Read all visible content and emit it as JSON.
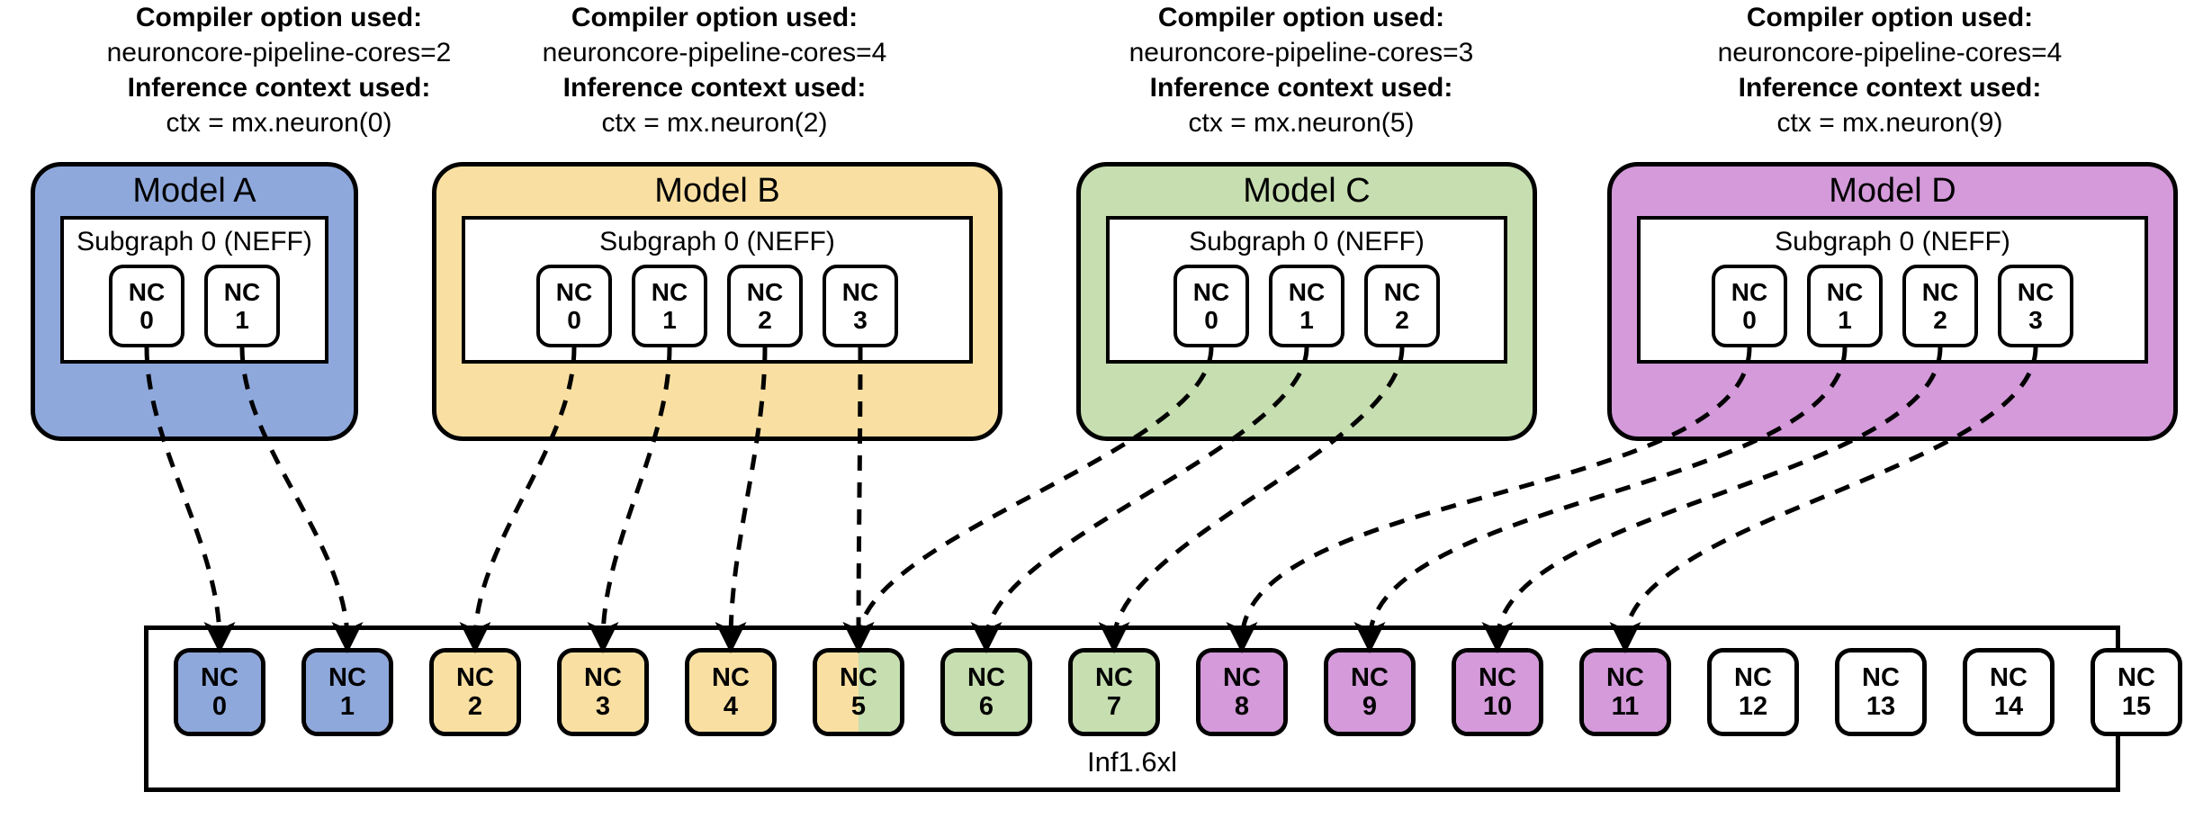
{
  "colors": {
    "model_a": "#8FA8DC",
    "model_b": "#F9E0A2",
    "model_c": "#C6DEB0",
    "model_d": "#D49ADA",
    "unused": "#FFFFFF",
    "stroke": "#000000",
    "background": "#FFFFFF"
  },
  "captions": {
    "compiler_label": "Compiler option used:",
    "context_label": "Inference context used:"
  },
  "models": [
    {
      "id": "model-a",
      "title": "Model A",
      "color_key": "model_a",
      "compiler_label": "Compiler option used:",
      "compiler_option": "neuroncore-pipeline-cores=2",
      "context_label": "Inference context used:",
      "context_value": "ctx = mx.neuron(0)",
      "subgraph_title": "Subgraph 0 (NEFF)",
      "cores": [
        {
          "label": "NC",
          "num": "0"
        },
        {
          "label": "NC",
          "num": "1"
        }
      ]
    },
    {
      "id": "model-b",
      "title": "Model B",
      "color_key": "model_b",
      "compiler_label": "Compiler option used:",
      "compiler_option": "neuroncore-pipeline-cores=4",
      "context_label": "Inference context used:",
      "context_value": "ctx = mx.neuron(2)",
      "subgraph_title": "Subgraph 0 (NEFF)",
      "cores": [
        {
          "label": "NC",
          "num": "0"
        },
        {
          "label": "NC",
          "num": "1"
        },
        {
          "label": "NC",
          "num": "2"
        },
        {
          "label": "NC",
          "num": "3"
        }
      ]
    },
    {
      "id": "model-c",
      "title": "Model C",
      "color_key": "model_c",
      "compiler_label": "Compiler option used:",
      "compiler_option": "neuroncore-pipeline-cores=3",
      "context_label": "Inference context used:",
      "context_value": "ctx = mx.neuron(5)",
      "subgraph_title": "Subgraph 0 (NEFF)",
      "cores": [
        {
          "label": "NC",
          "num": "0"
        },
        {
          "label": "NC",
          "num": "1"
        },
        {
          "label": "NC",
          "num": "2"
        }
      ]
    },
    {
      "id": "model-d",
      "title": "Model D",
      "color_key": "model_d",
      "compiler_label": "Compiler option used:",
      "compiler_option": "neuroncore-pipeline-cores=4",
      "context_label": "Inference context used:",
      "context_value": "ctx = mx.neuron(9)",
      "subgraph_title": "Subgraph 0 (NEFF)",
      "cores": [
        {
          "label": "NC",
          "num": "0"
        },
        {
          "label": "NC",
          "num": "1"
        },
        {
          "label": "NC",
          "num": "2"
        },
        {
          "label": "NC",
          "num": "3"
        }
      ]
    }
  ],
  "device": {
    "name": "Inf1.6xl",
    "cores": [
      {
        "label": "NC",
        "num": "0",
        "fill": "model_a"
      },
      {
        "label": "NC",
        "num": "1",
        "fill": "model_a"
      },
      {
        "label": "NC",
        "num": "2",
        "fill": "model_b"
      },
      {
        "label": "NC",
        "num": "3",
        "fill": "model_b"
      },
      {
        "label": "NC",
        "num": "4",
        "fill": "model_b"
      },
      {
        "label": "NC",
        "num": "5",
        "fill": "split",
        "fill_left": "model_b",
        "fill_right": "model_c"
      },
      {
        "label": "NC",
        "num": "6",
        "fill": "model_c"
      },
      {
        "label": "NC",
        "num": "7",
        "fill": "model_c"
      },
      {
        "label": "NC",
        "num": "8",
        "fill": "model_d"
      },
      {
        "label": "NC",
        "num": "9",
        "fill": "model_d"
      },
      {
        "label": "NC",
        "num": "10",
        "fill": "model_d"
      },
      {
        "label": "NC",
        "num": "11",
        "fill": "model_d"
      },
      {
        "label": "NC",
        "num": "12",
        "fill": "unused"
      },
      {
        "label": "NC",
        "num": "13",
        "fill": "unused"
      },
      {
        "label": "NC",
        "num": "14",
        "fill": "unused"
      },
      {
        "label": "NC",
        "num": "15",
        "fill": "unused"
      }
    ]
  },
  "mappings": [
    {
      "from": "model-a.0",
      "to": "device.0"
    },
    {
      "from": "model-a.1",
      "to": "device.1"
    },
    {
      "from": "model-b.0",
      "to": "device.2"
    },
    {
      "from": "model-b.1",
      "to": "device.3"
    },
    {
      "from": "model-b.2",
      "to": "device.4"
    },
    {
      "from": "model-b.3",
      "to": "device.5"
    },
    {
      "from": "model-c.0",
      "to": "device.5"
    },
    {
      "from": "model-c.1",
      "to": "device.6"
    },
    {
      "from": "model-c.2",
      "to": "device.7"
    },
    {
      "from": "model-d.0",
      "to": "device.8"
    },
    {
      "from": "model-d.1",
      "to": "device.9"
    },
    {
      "from": "model-d.2",
      "to": "device.10"
    },
    {
      "from": "model-d.3",
      "to": "device.11"
    }
  ]
}
